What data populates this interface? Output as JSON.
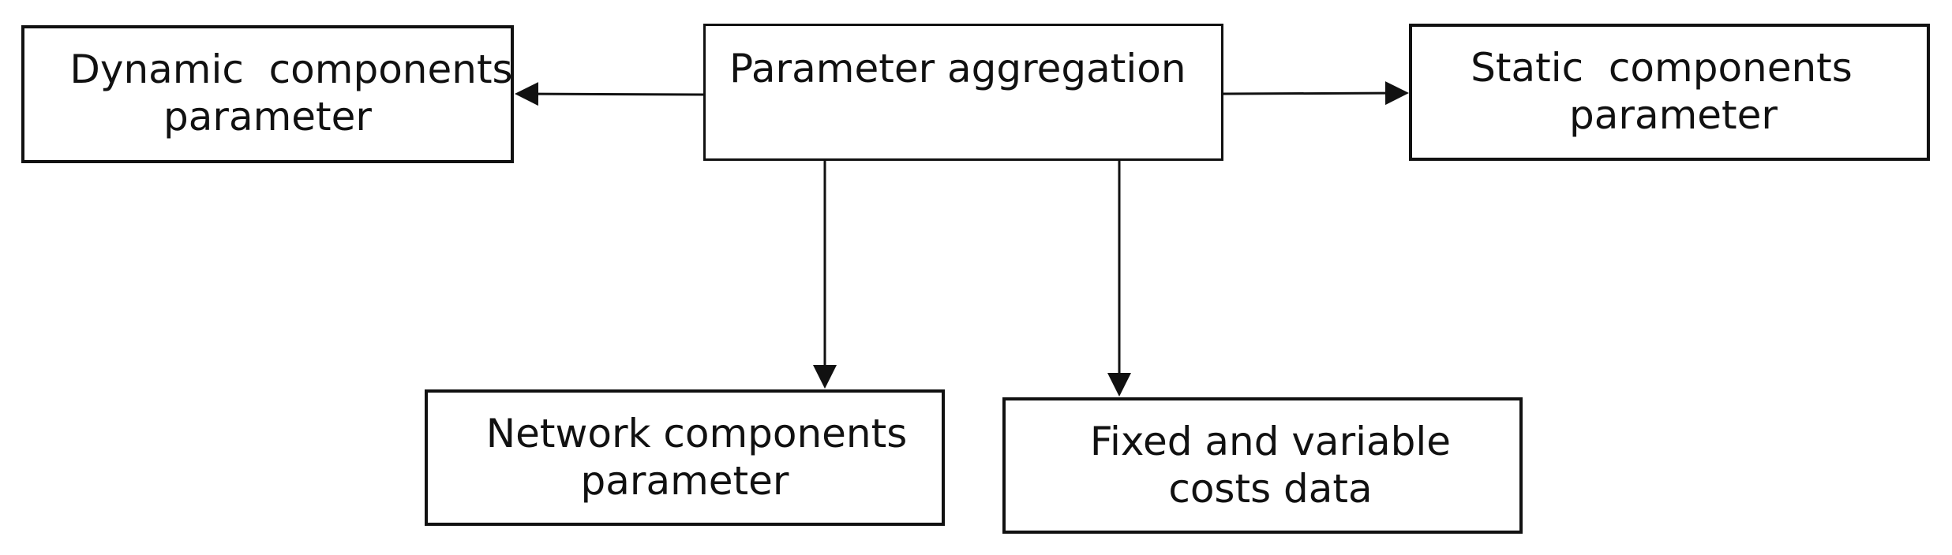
{
  "diagram": {
    "center": {
      "label": "Parameter aggregation"
    },
    "dynamic": {
      "line1": "Dynamic  components",
      "line2": "parameter"
    },
    "static": {
      "line1": "Static  components",
      "line2": "parameter"
    },
    "network": {
      "line1": "Network components",
      "line2": "parameter"
    },
    "costs": {
      "line1": "Fixed and variable",
      "line2": "costs data"
    },
    "colors": {
      "stroke": "#111111",
      "fill": "#ffffff"
    }
  }
}
